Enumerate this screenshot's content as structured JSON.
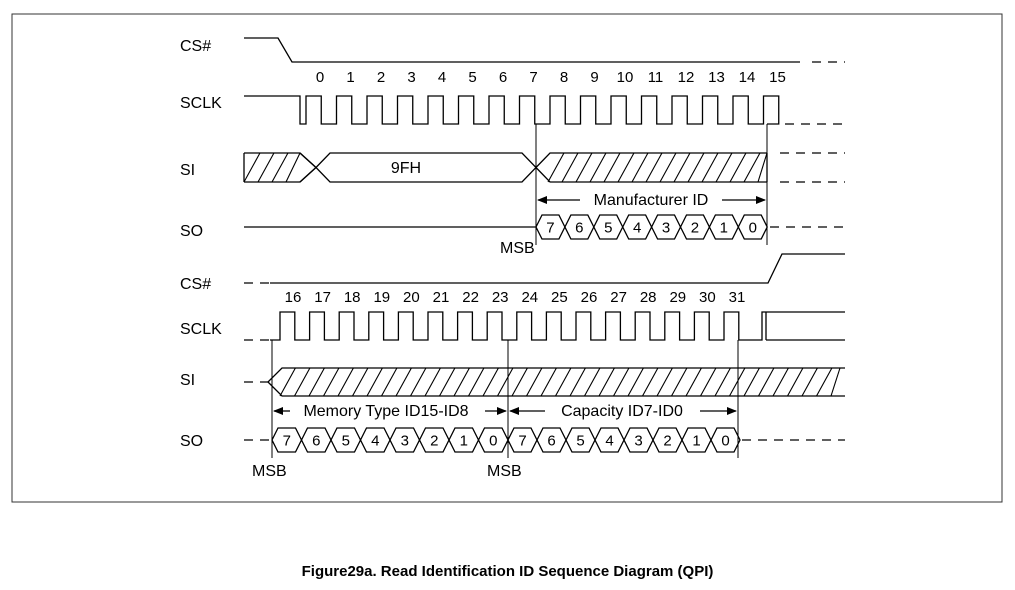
{
  "caption": "Figure29a. Read Identification ID Sequence Diagram (QPI)",
  "top": {
    "labels": {
      "cs": "CS#",
      "sclk": "SCLK",
      "si": "SI",
      "so": "SO"
    },
    "clock_numbers": [
      "0",
      "1",
      "2",
      "3",
      "4",
      "5",
      "6",
      "7",
      "8",
      "9",
      "10",
      "11",
      "12",
      "13",
      "14",
      "15"
    ],
    "si_value": "9FH",
    "manufacturer_label": "Manufacturer ID",
    "so_bits": [
      "7",
      "6",
      "5",
      "4",
      "3",
      "2",
      "1",
      "0"
    ],
    "msb": "MSB"
  },
  "bottom": {
    "labels": {
      "cs": "CS#",
      "sclk": "SCLK",
      "si": "SI",
      "so": "SO"
    },
    "clock_numbers": [
      "16",
      "17",
      "18",
      "19",
      "20",
      "21",
      "22",
      "23",
      "24",
      "25",
      "26",
      "27",
      "28",
      "29",
      "30",
      "31"
    ],
    "memory_type_label": "Memory Type ID15-ID8",
    "capacity_label": "Capacity ID7-ID0",
    "so_bits_a": [
      "7",
      "6",
      "5",
      "4",
      "3",
      "2",
      "1",
      "0"
    ],
    "so_bits_b": [
      "7",
      "6",
      "5",
      "4",
      "3",
      "2",
      "1",
      "0"
    ],
    "msb_a": "MSB",
    "msb_b": "MSB"
  }
}
